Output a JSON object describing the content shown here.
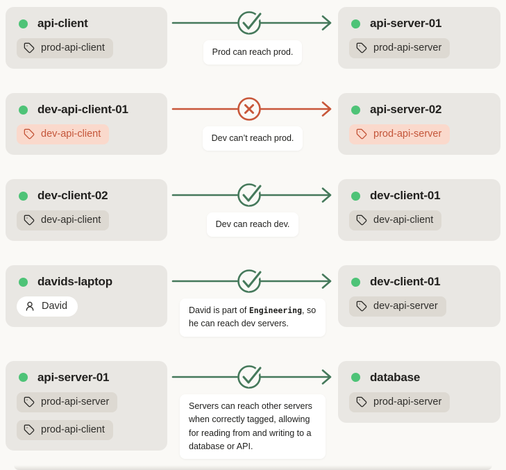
{
  "colors": {
    "page_bg": "#faf9f6",
    "card_bg": "#e9e7e3",
    "tag_bg": "#ddd9d2",
    "tag_denied_bg": "#fad9cc",
    "denied_accent": "#c8573a",
    "allowed_accent": "#45795b",
    "online_dot": "#4ec377",
    "caption_bg": "#ffffff"
  },
  "rows": [
    {
      "left": {
        "name": "api-client",
        "status": "online",
        "tags": [
          {
            "label": "prod-api-client",
            "variant": "default"
          }
        ]
      },
      "verdict": "allow",
      "caption_parts": [
        {
          "text": "Prod can reach prod."
        }
      ],
      "right": {
        "name": "api-server-01",
        "status": "online",
        "tags": [
          {
            "label": "prod-api-server",
            "variant": "default"
          }
        ]
      }
    },
    {
      "left": {
        "name": "dev-api-client-01",
        "status": "online",
        "tags": [
          {
            "label": "dev-api-client",
            "variant": "denied"
          }
        ]
      },
      "verdict": "deny",
      "caption_parts": [
        {
          "text": "Dev can’t reach prod."
        }
      ],
      "right": {
        "name": "api-server-02",
        "status": "online",
        "tags": [
          {
            "label": "prod-api-server",
            "variant": "denied"
          }
        ]
      }
    },
    {
      "left": {
        "name": "dev-client-02",
        "status": "online",
        "tags": [
          {
            "label": "dev-api-client",
            "variant": "default"
          }
        ]
      },
      "verdict": "allow",
      "caption_parts": [
        {
          "text": "Dev can reach dev."
        }
      ],
      "right": {
        "name": "dev-client-01",
        "status": "online",
        "tags": [
          {
            "label": "dev-api-client",
            "variant": "default"
          }
        ]
      }
    },
    {
      "left": {
        "name": "davids-laptop",
        "status": "online",
        "tags": [
          {
            "label": "David",
            "variant": "user"
          }
        ]
      },
      "verdict": "allow",
      "caption_parts": [
        {
          "text": "David is part of "
        },
        {
          "text": "Engineering",
          "mono": true
        },
        {
          "text": ", so he can reach dev servers."
        }
      ],
      "right": {
        "name": "dev-client-01",
        "status": "online",
        "tags": [
          {
            "label": "dev-api-server",
            "variant": "default"
          }
        ]
      }
    },
    {
      "left": {
        "name": "api-server-01",
        "status": "online",
        "tags": [
          {
            "label": "prod-api-server",
            "variant": "default"
          },
          {
            "label": "prod-api-client",
            "variant": "default"
          }
        ]
      },
      "verdict": "allow",
      "caption_parts": [
        {
          "text": "Servers can reach other servers when correctly tagged, allowing for reading from and writing to a database or API."
        }
      ],
      "right": {
        "name": "database",
        "status": "online",
        "tags": [
          {
            "label": "prod-api-server",
            "variant": "default"
          }
        ]
      }
    }
  ]
}
